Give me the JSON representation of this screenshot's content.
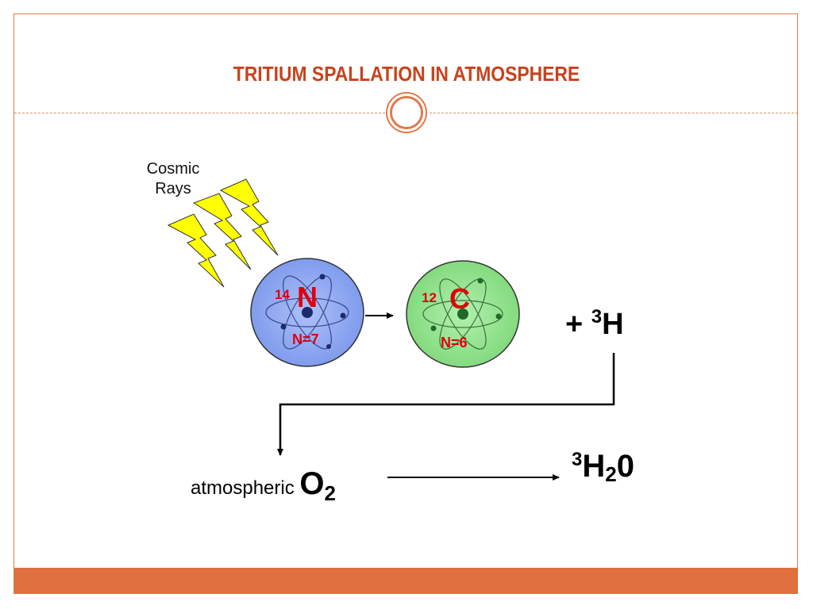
{
  "slide": {
    "title": "TRITIUM SPALLATION IN ATMOSPHERE",
    "accent_color": "#e0703e",
    "title_color": "#c8421c"
  },
  "diagram": {
    "cosmic_rays": {
      "line1": "Cosmic",
      "line2": "Rays",
      "bolt_color": "#ffff00",
      "bolt_count": 3
    },
    "nitrogen_atom": {
      "mass_number": "14",
      "symbol": "N",
      "neutrons": "N=7",
      "fill_color": "#8aa4f0"
    },
    "carbon_atom": {
      "mass_number": "12",
      "symbol": "C",
      "neutrons": "N=6",
      "fill_color": "#8ee08a"
    },
    "tritium_product": {
      "plus": "+ ",
      "mass_number": "3",
      "symbol": "H"
    },
    "atmospheric_oxygen": {
      "word": "atmospheric ",
      "symbol": "O",
      "subscript": "2"
    },
    "water_product": {
      "mass_number": "3",
      "symbol": "H",
      "subscript": "2",
      "tail": "0"
    }
  }
}
